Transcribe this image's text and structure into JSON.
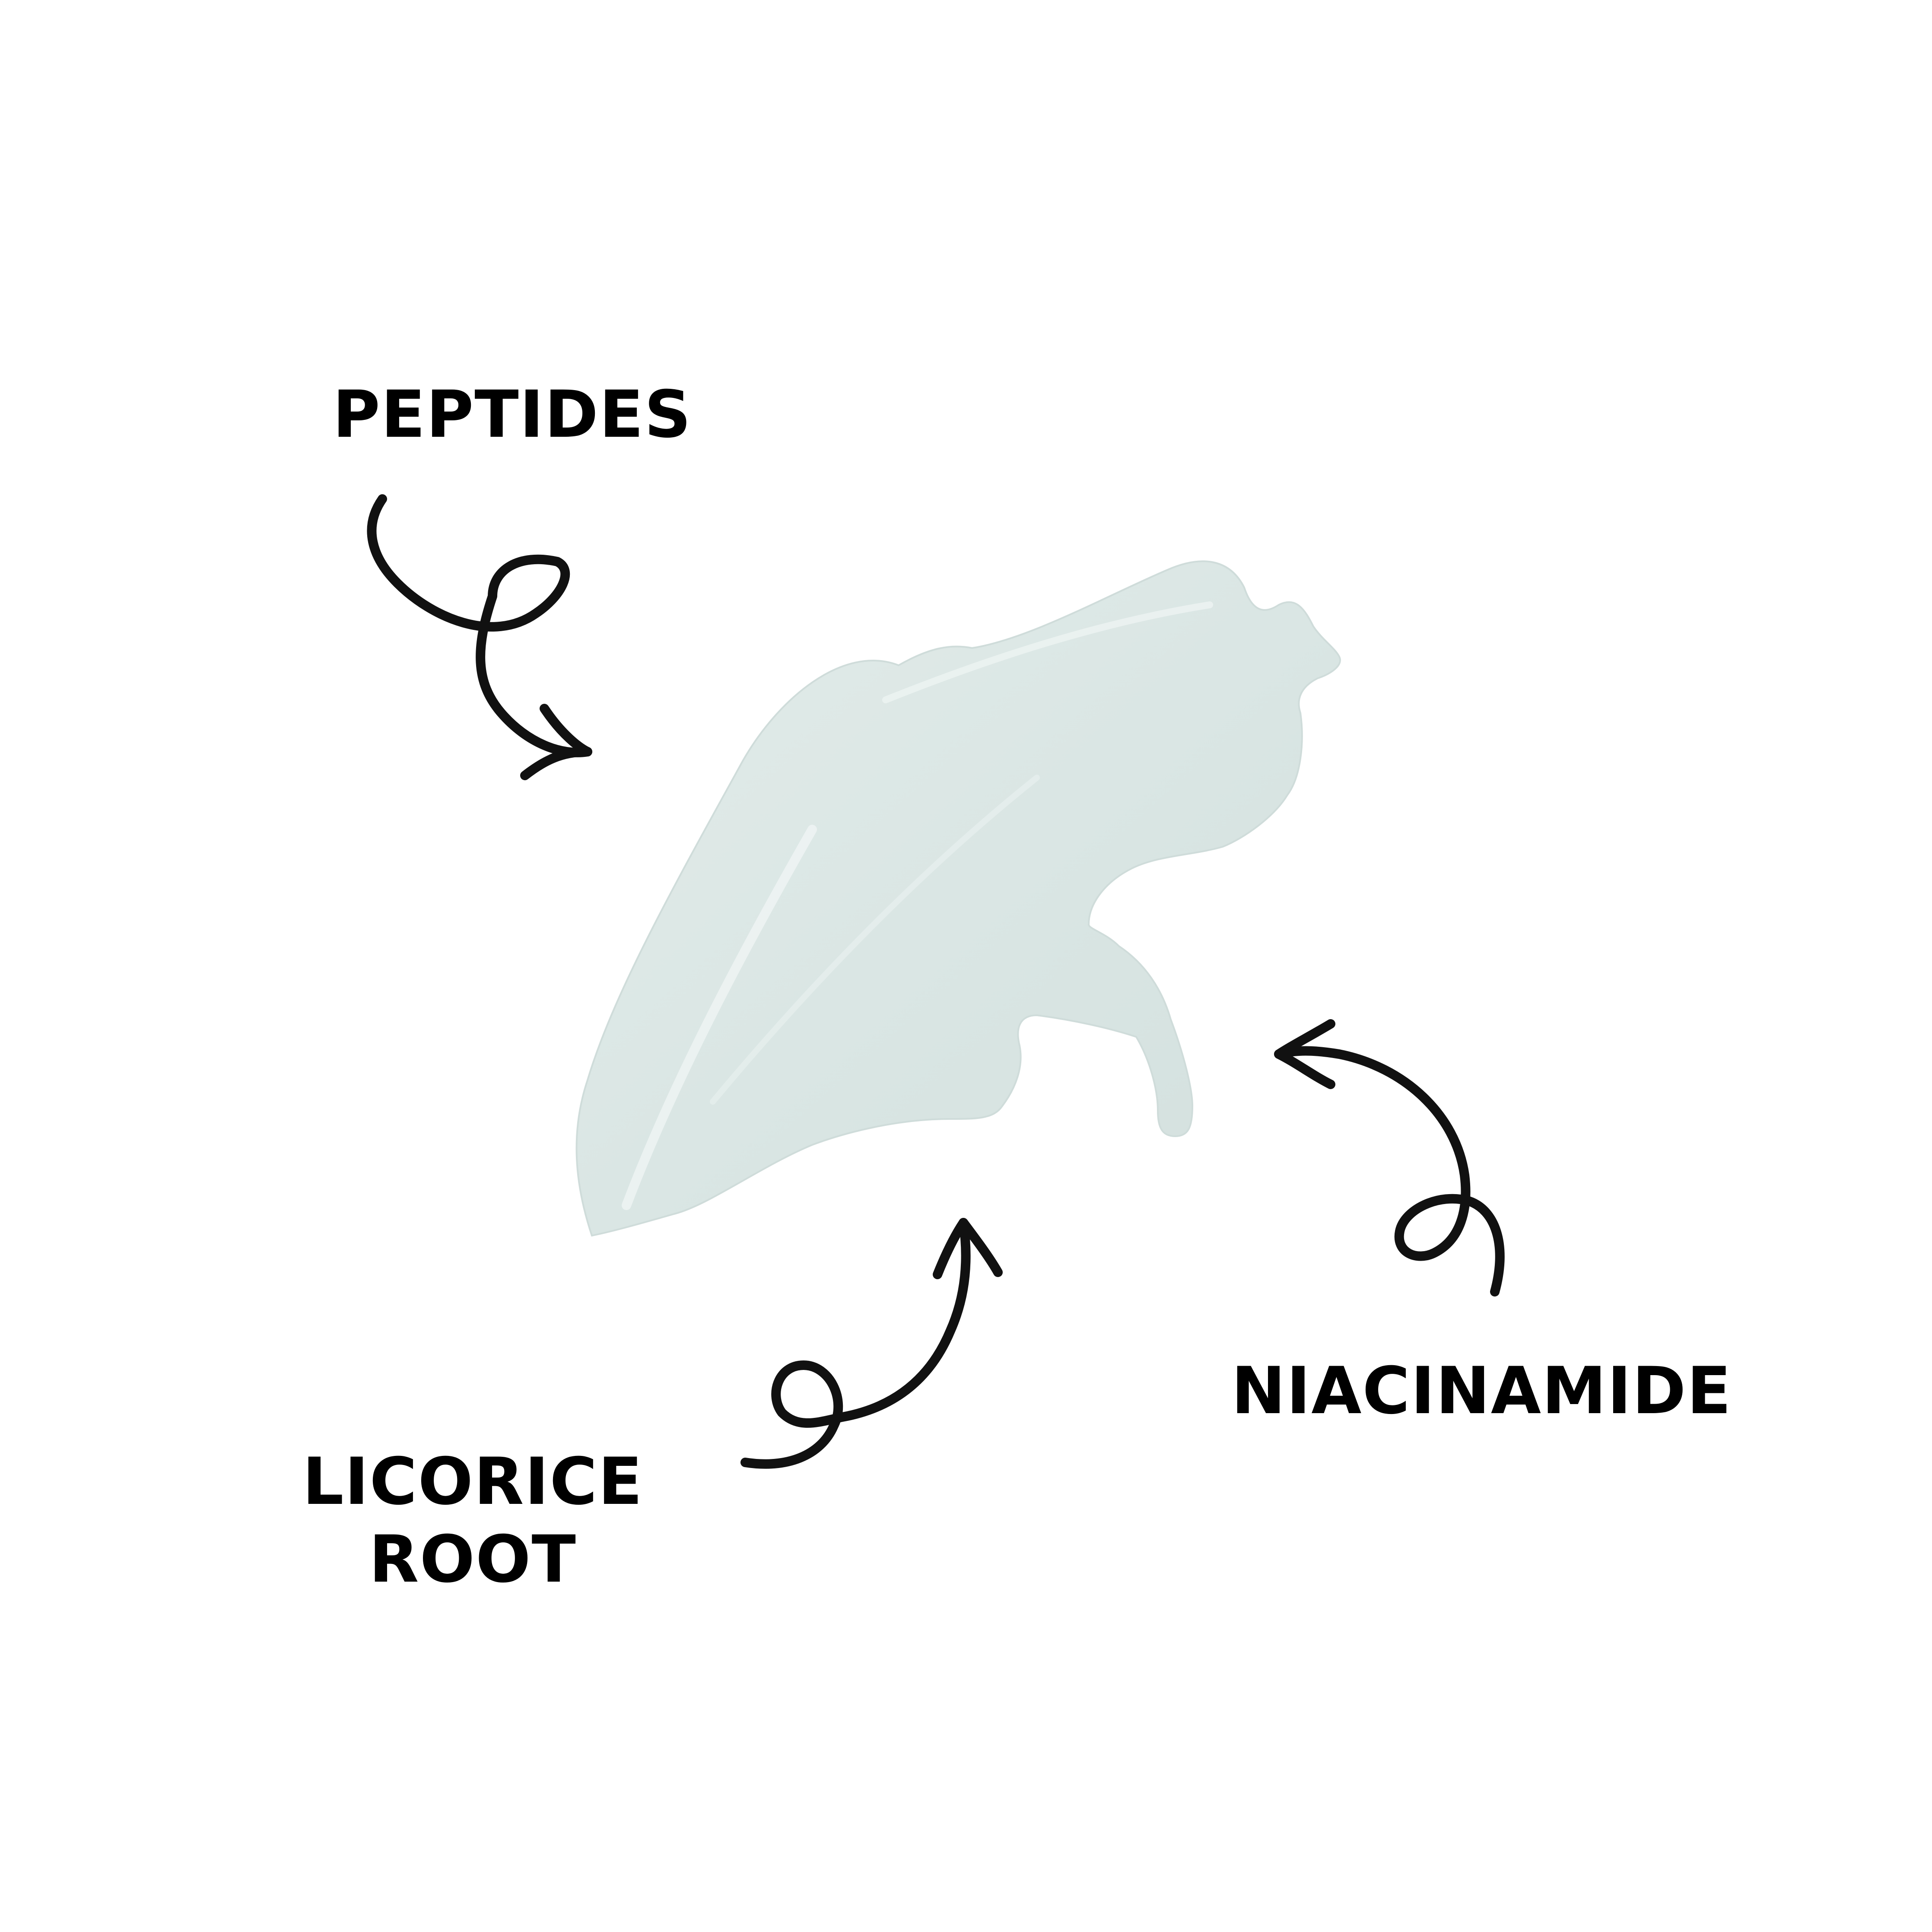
{
  "labels": {
    "peptides": "PEPTIDES",
    "licorice_line1": "LICORICE",
    "licorice_line2": "ROOT",
    "niacinamide": "NIACINAMIDE"
  },
  "colors": {
    "background": "#ffffff",
    "text": "#000000",
    "arrow": "#111111",
    "swatch": "#dde8e6"
  },
  "icons": {
    "peptides_arrow": "curly-arrow-icon",
    "licorice_arrow": "curly-arrow-icon",
    "niacinamide_arrow": "curly-arrow-icon",
    "swatch": "cream-swatch-image"
  }
}
